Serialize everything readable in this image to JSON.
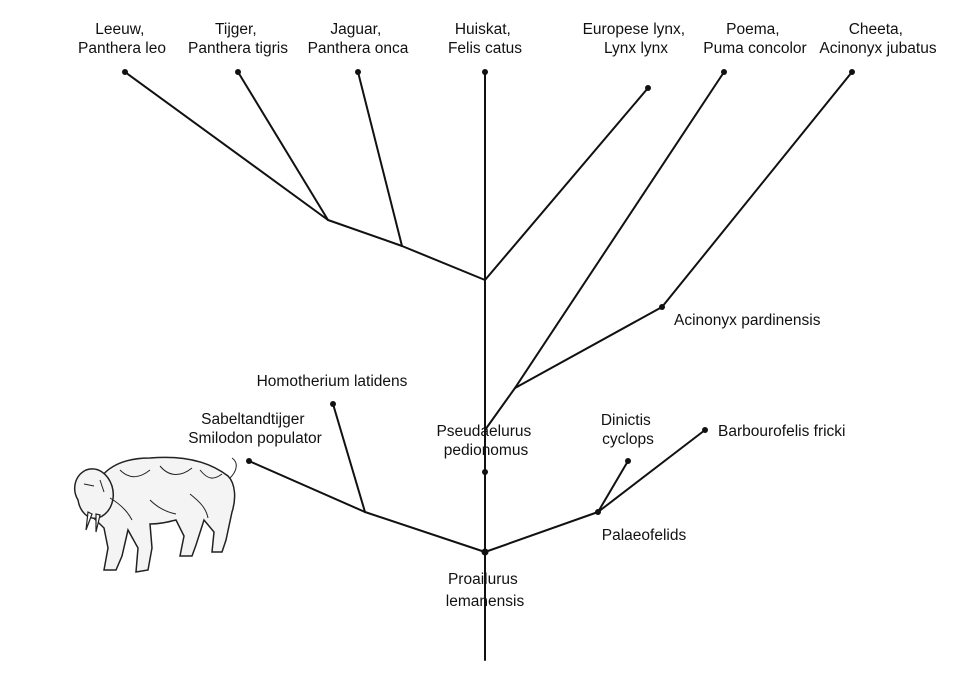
{
  "taxa": {
    "leeuw": [
      "Leeuw,",
      "Panthera leo"
    ],
    "tijger": [
      "Tijger,",
      "Panthera tigris"
    ],
    "jaguar": [
      "Jaguar,",
      "Panthera onca"
    ],
    "huiskat": [
      "Huiskat,",
      "Felis catus"
    ],
    "lynx": [
      "Europese lynx,",
      "Lynx lynx"
    ],
    "poema": [
      "Poema,",
      "Puma concolor"
    ],
    "cheeta": [
      "Cheeta,",
      "Acinonyx jubatus"
    ],
    "acinonyx_pardinensis": [
      "Acinonyx pardinensis"
    ],
    "homotherium": [
      "Homotherium latidens"
    ],
    "smilodon": [
      "Sabeltandtijger",
      "Smilodon populator"
    ],
    "pseudaelurus": [
      "Pseudaelurus",
      "pedionomus"
    ],
    "dinictis": [
      "Dinictis",
      "cyclops"
    ],
    "barbourofelis": [
      "Barbourofelis fricki"
    ],
    "palaeofelids": [
      "Palaeofelids"
    ],
    "proailurus": [
      "Proailurus",
      "lemanensis"
    ]
  },
  "illustration": {
    "subject": "saber-toothed-cat-sketch"
  }
}
